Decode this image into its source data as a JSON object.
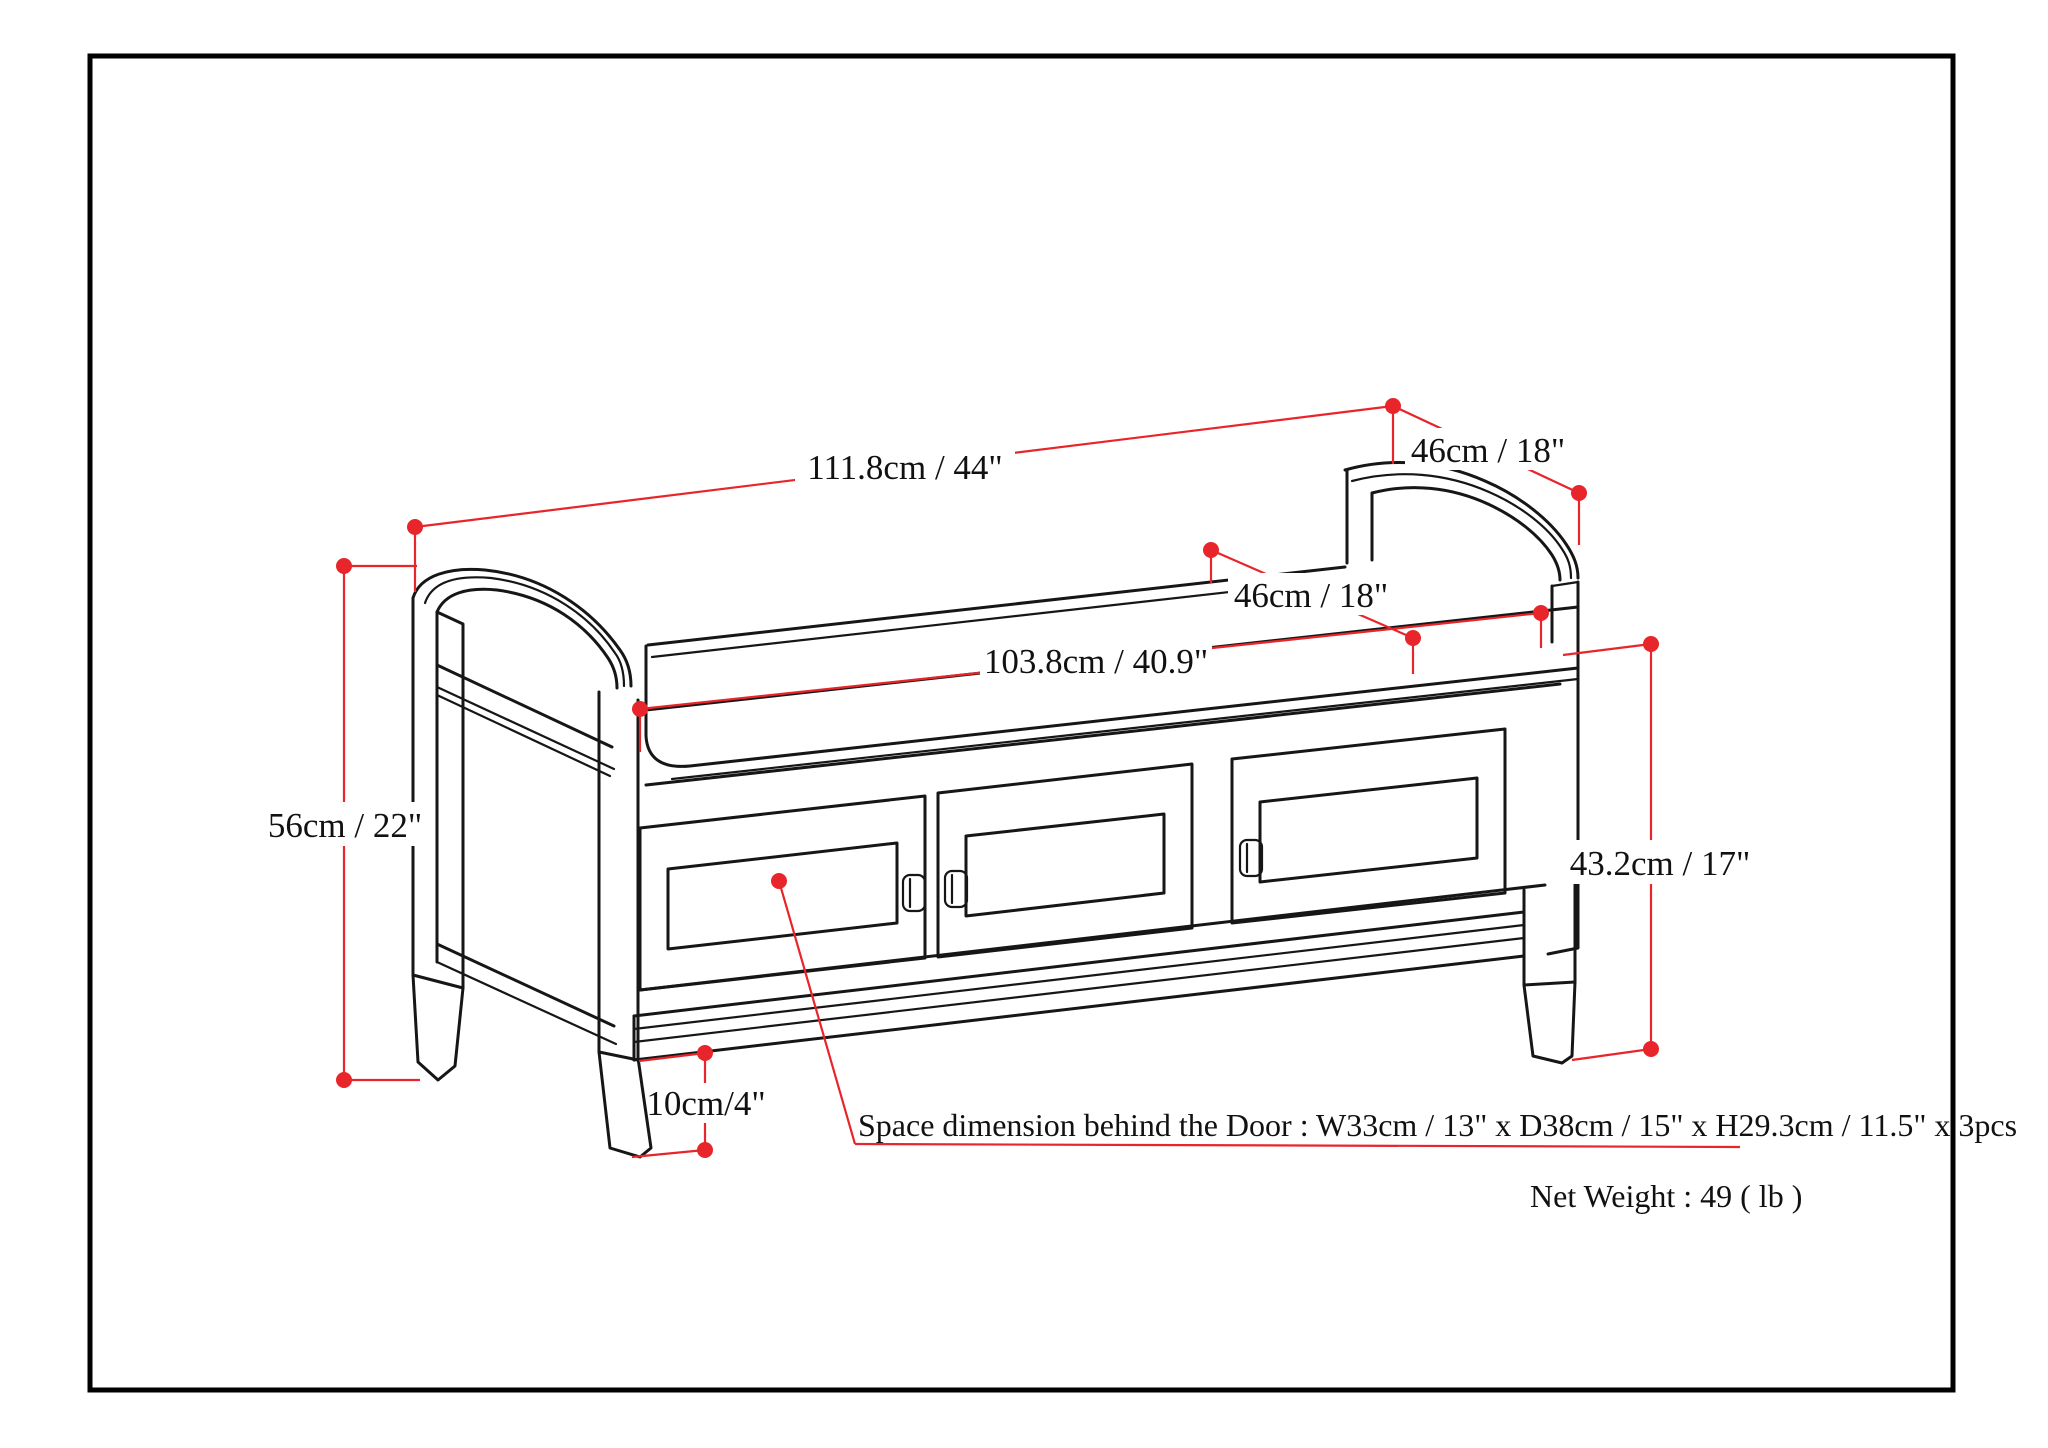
{
  "diagram": {
    "kind": "furniture dimension drawing",
    "subject": "entryway storage bench with three doors",
    "colors": {
      "background": "#ffffff",
      "line_black": "#161616",
      "dimension_red": "#e8252a"
    },
    "dimensions": {
      "overall_width": "111.8cm / 44\"",
      "arm_depth": "46cm / 18\"",
      "seat_depth": "46cm / 18\"",
      "seat_width": "103.8cm / 40.9\"",
      "overall_height": "56cm / 22\"",
      "seat_height": "43.2cm / 17\"",
      "floor_clearance": "10cm/4\""
    },
    "notes": {
      "space_behind_door": "Space dimension behind the Door  : W33cm / 13\" x D38cm / 15\" x H29.3cm / 11.5\" x 3pcs",
      "net_weight": "Net Weight : 49 ( lb )"
    }
  }
}
